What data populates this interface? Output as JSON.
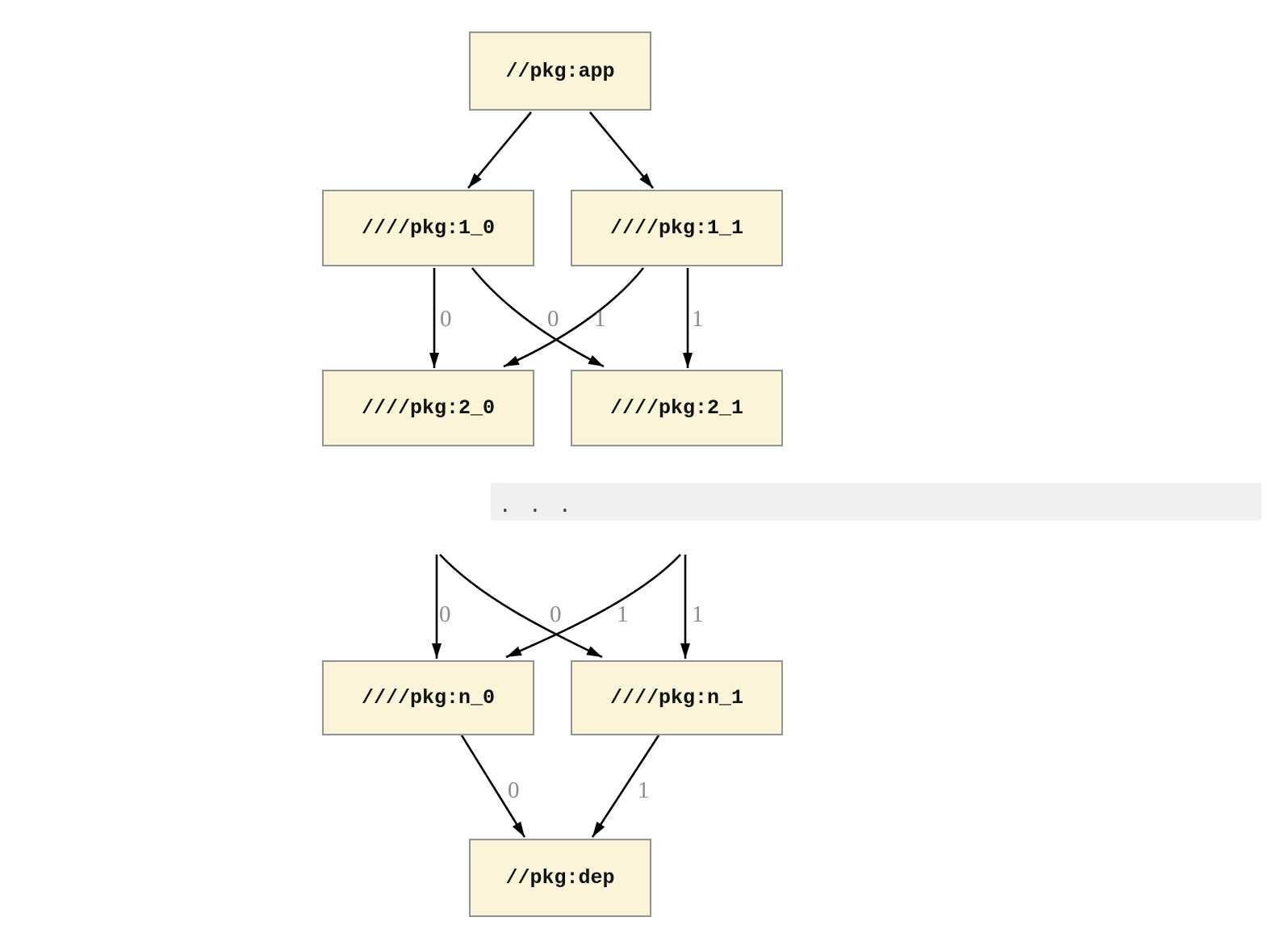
{
  "diagram": {
    "type": "dependency-graph",
    "nodes": [
      {
        "id": "app",
        "label": "//pkg:app"
      },
      {
        "id": "1_0",
        "label": "////pkg:1_0"
      },
      {
        "id": "1_1",
        "label": "////pkg:1_1"
      },
      {
        "id": "2_0",
        "label": "////pkg:2_0"
      },
      {
        "id": "2_1",
        "label": "////pkg:2_1"
      },
      {
        "id": "n_0",
        "label": "////pkg:n_0"
      },
      {
        "id": "n_1",
        "label": "////pkg:n_1"
      },
      {
        "id": "dep",
        "label": "//pkg:dep"
      }
    ],
    "edges": [
      {
        "from": "//pkg:app",
        "to": "////pkg:1_0",
        "label": ""
      },
      {
        "from": "//pkg:app",
        "to": "////pkg:1_1",
        "label": ""
      },
      {
        "from": "////pkg:1_0",
        "to": "////pkg:2_0",
        "label": "0"
      },
      {
        "from": "////pkg:1_0",
        "to": "////pkg:2_1",
        "label": "1"
      },
      {
        "from": "////pkg:1_1",
        "to": "////pkg:2_0",
        "label": "0"
      },
      {
        "from": "////pkg:1_1",
        "to": "////pkg:2_1",
        "label": "1"
      },
      {
        "from": "...",
        "to": "////pkg:n_0",
        "label": "0"
      },
      {
        "from": "...",
        "to": "////pkg:n_1",
        "label": "1"
      },
      {
        "from": "...",
        "to": "////pkg:n_0",
        "label": "0"
      },
      {
        "from": "...",
        "to": "////pkg:n_1",
        "label": "1"
      },
      {
        "from": "////pkg:n_0",
        "to": "//pkg:dep",
        "label": "0"
      },
      {
        "from": "////pkg:n_1",
        "to": "//pkg:dep",
        "label": "1"
      }
    ],
    "ellipsis": ". . .",
    "colors": {
      "node_fill": "#fcf4d8",
      "node_border": "#8f9492",
      "edge": "#000000",
      "edge_label": "#8b8b8b",
      "ellipsis_bg": "#f0f0f0",
      "ellipsis_dot": "#3d3d3d",
      "background": "#ffffff"
    }
  }
}
